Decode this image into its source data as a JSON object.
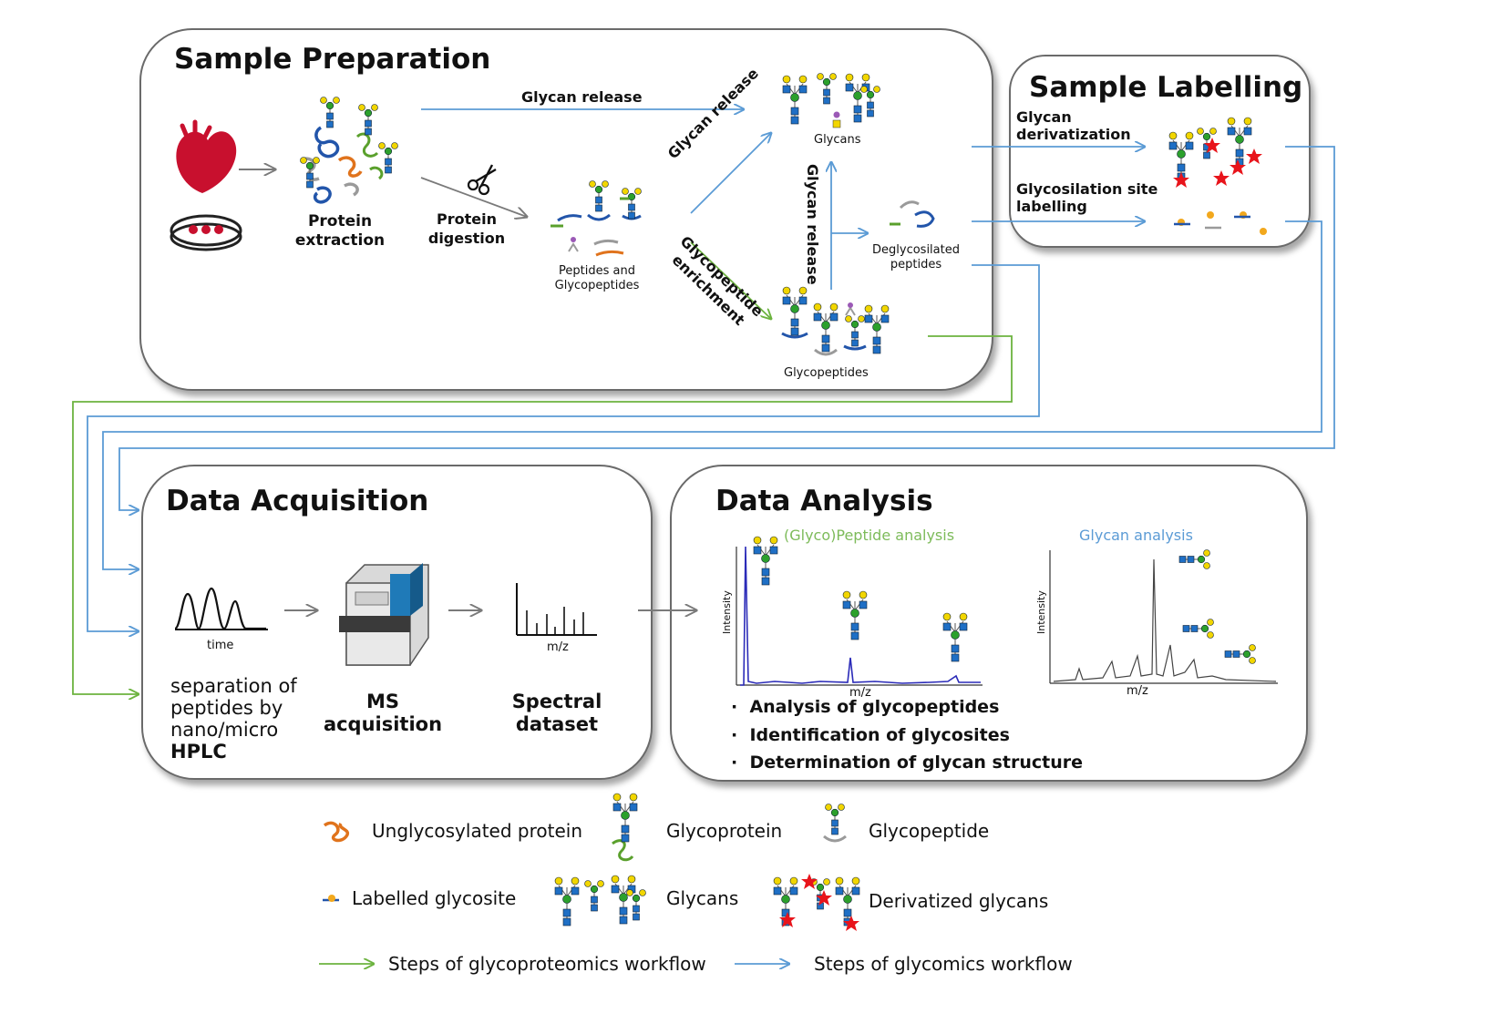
{
  "panels": {
    "sample_preparation": "Sample Preparation",
    "sample_labelling": "Sample Labelling",
    "data_acquisition": "Data Acquisition",
    "data_analysis": "Data Analysis"
  },
  "prep": {
    "protein_extraction": [
      "Protein",
      "extraction"
    ],
    "protein_digestion": [
      "Protein",
      "digestion"
    ],
    "glycan_release_top": "Glycan release",
    "glycan_release_diag": "Glycan release",
    "glycan_release_vert": "Glycan release",
    "glycopeptide_enrichment": [
      "Glycopeptide",
      "enrichment"
    ],
    "glycans": "Glycans",
    "peptides_glycopeptides": [
      "Peptides and",
      "Glycopeptides"
    ],
    "deglycosilated": [
      "Deglycosilated",
      "peptides"
    ],
    "glycopeptides": "Glycopeptides"
  },
  "labelling": {
    "glycan_derivatization": [
      "Glycan",
      "derivatization"
    ],
    "glycosilation_site": [
      "Glycosilation site",
      "labelling"
    ]
  },
  "acquisition": {
    "time_label": "time",
    "mz_label": "m/z",
    "separation": [
      "separation of",
      "peptides by",
      "nano/micro"
    ],
    "hplc": "HPLC",
    "ms_acquisition": [
      "MS",
      "acquisition"
    ],
    "spectral_dataset": [
      "Spectral",
      "dataset"
    ]
  },
  "analysis": {
    "glyco_peptide_title": "(Glyco)Peptide analysis",
    "glycan_title": "Glycan analysis",
    "intensity": "Intensity",
    "mz": "m/z",
    "bullets": [
      "Analysis of glycopeptides",
      "Identification of glycosites",
      "Determination of glycan structure"
    ],
    "colors": {
      "peptide_title": "#7dbb5a",
      "glycan_title": "#5b9bd5",
      "spectrum_peptide": "#2b2bb8",
      "spectrum_glycan": "#444444"
    }
  },
  "legend": {
    "unglycosylated_protein": "Unglycosylated protein",
    "glycoprotein": "Glycoprotein",
    "glycopeptide": "Glycopeptide",
    "labelled_glycosite": "Labelled glycosite",
    "glycans": "Glycans",
    "derivatized_glycans": "Derivatized glycans",
    "glycoproteomics_workflow": "Steps of glycoproteomics workflow",
    "glycomics_workflow": "Steps of glycomics workflow"
  },
  "colors": {
    "glycomics_arrow": "#5b9bd5",
    "glycoproteomics_arrow": "#6cb33f",
    "grey_arrow": "#7a7a7a",
    "heart": "#c8102e"
  },
  "icons": [
    "heart-icon",
    "petri-dish-icon",
    "scissors-icon",
    "ms-instrument-icon",
    "chromatogram-icon",
    "spectrum-icon"
  ]
}
